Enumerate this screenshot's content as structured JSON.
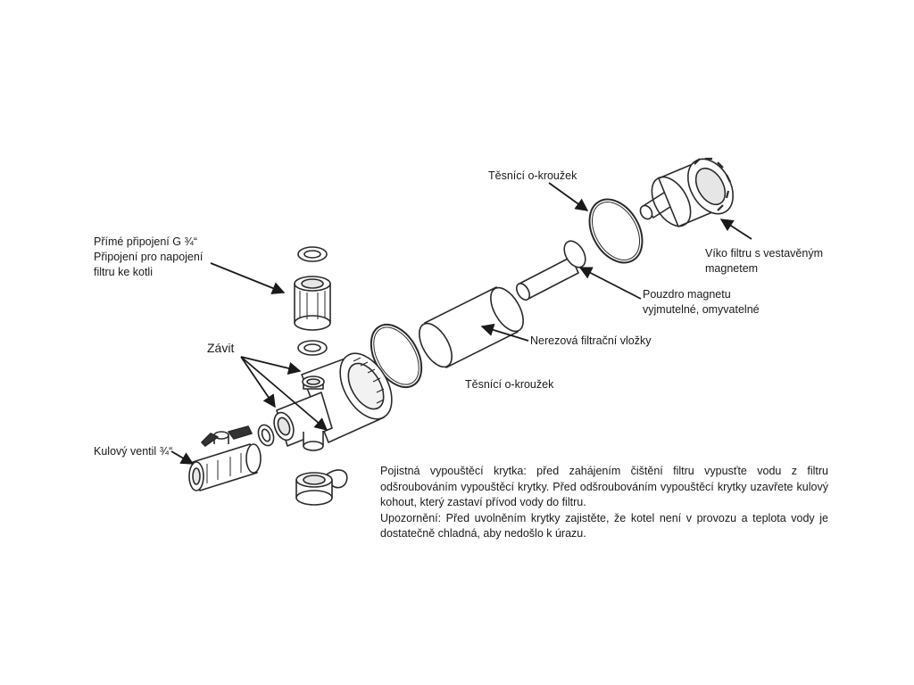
{
  "labels": {
    "tesnici_top": "Těsnící o-kroužek",
    "viko_line1": "Víko filtru s vestavěným",
    "viko_line2": "magnetem",
    "prime_line1": "Přímé připojení G ¾“",
    "prime_line2": "Připojení pro napojení",
    "prime_line3": "filtru ke kotli",
    "pouzdro_line1": "Pouzdro magnetu",
    "pouzdro_line2": "vyjmutelné, omyvatelné",
    "nerez": "Nerezová filtrační vložky",
    "zavit": "Závit",
    "tesnici_bottom": "Těsnící o-kroužek",
    "kulovy": "Kulový ventil ¾“"
  },
  "note": {
    "paragraph1": "Pojistná vypouštěcí krytka: před zahájením čištění filtru vypusťte vodu z filtru odšroubováním vypouštěcí krytky. Před odšroubováním vypouštěcí krytky uzavřete kulový kohout, který zastaví přívod vody do filtru.",
    "paragraph2": "Upozornění: Před uvolněním krytky zajistěte, že kotel není v provozu a teplota vody je dostatečně chladná, aby nedošlo k úrazu."
  },
  "colors": {
    "line": "#2a2a2a",
    "fill": "#ffffff",
    "shade": "#d6d6d6"
  }
}
